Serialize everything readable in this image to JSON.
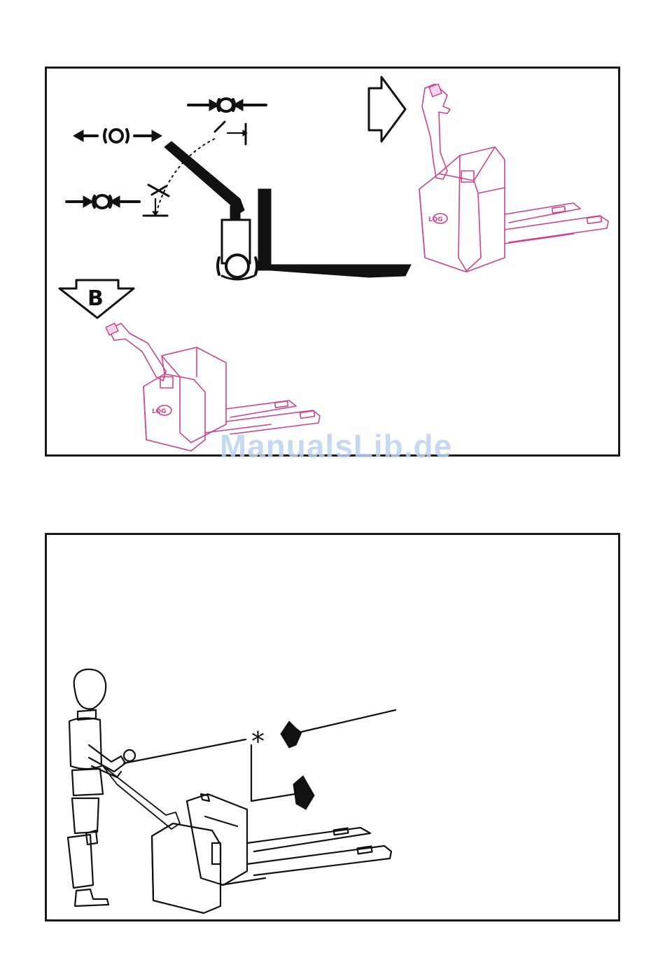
{
  "figure_top": {
    "label": "B",
    "truck_logo_top": "LOG",
    "truck_logo_bottom": "LOG"
  },
  "watermark": "ManualsLib.de",
  "colors": {
    "ink": "#111111",
    "accent_magenta": "#d0418f",
    "watermark": "#bcd3ee"
  }
}
